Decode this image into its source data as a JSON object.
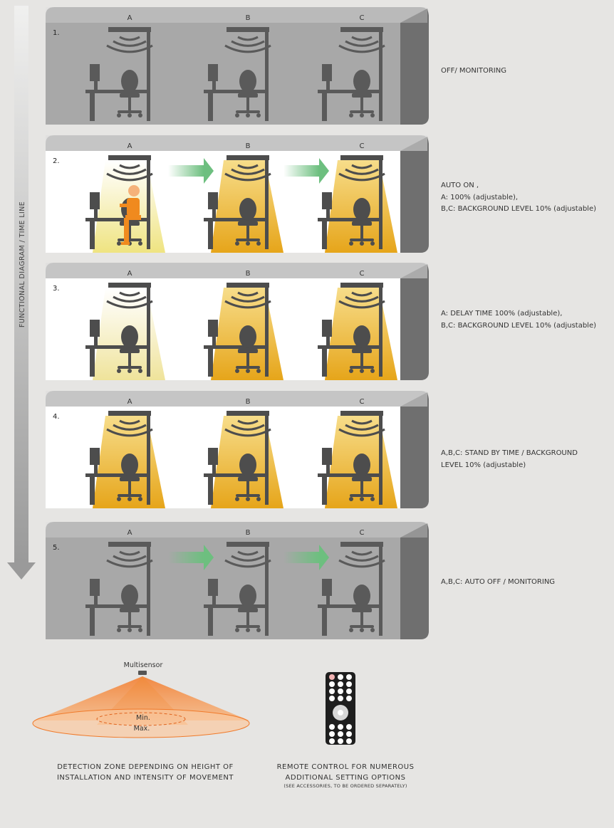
{
  "timeline_label": "FUNCTIONAL   DIAGRAM / TIME LINE",
  "colors": {
    "background": "#e6e5e3",
    "stage_grey": "#a8a8a8",
    "stage_dark": "#6f6f6f",
    "lit_yellow": "#e8ad1a",
    "person_orange": "#f08a1e",
    "motion_arrow": "#6dbf7f",
    "cone_orange": "#f29a56"
  },
  "stages": [
    {
      "number": "1.",
      "columns": [
        "A",
        "B",
        "C"
      ],
      "lighting": [
        "off",
        "off",
        "off"
      ],
      "person": false,
      "arrows": false,
      "description": "OFF/ MONITORING"
    },
    {
      "number": "2.",
      "columns": [
        "A",
        "B",
        "C"
      ],
      "lighting": [
        "full",
        "background",
        "background"
      ],
      "person": true,
      "arrows": true,
      "description": "AUTO ON ,\nA: 100% (adjustable),\nB,C: BACKGROUND  LEVEL 10% (adjustable)"
    },
    {
      "number": "3.",
      "columns": [
        "A",
        "B",
        "C"
      ],
      "lighting": [
        "delay",
        "background",
        "background"
      ],
      "person": false,
      "arrows": false,
      "description": "A: DELAY TIME 100% (adjustable),\nB,C: BACKGROUND LEVEL 10% (adjustable)"
    },
    {
      "number": "4.",
      "columns": [
        "A",
        "B",
        "C"
      ],
      "lighting": [
        "background",
        "background",
        "background"
      ],
      "person": false,
      "arrows": false,
      "description": "A,B,C: STAND BY TIME / BACKGROUND\nLEVEL 10% (adjustable)"
    },
    {
      "number": "5.",
      "columns": [
        "A",
        "B",
        "C"
      ],
      "lighting": [
        "off",
        "off",
        "off"
      ],
      "person": false,
      "arrows": true,
      "description": "A,B,C: AUTO OFF / MONITORING"
    }
  ],
  "detection": {
    "sensor_label": "Multisensor",
    "min_label": "Min.",
    "max_label": "Max.",
    "caption_line1": "DETECTION  ZONE DEPENDING  ON HEIGHT OF",
    "caption_line2": "INSTALLATION  AND  INTENSITY OF MOVEMENT"
  },
  "remote": {
    "icon": "remote-control-icon",
    "caption_line1": "REMOTE  CONTROL  FOR NUMEROUS",
    "caption_line2": "ADDITIONAL   SETTING  OPTIONS",
    "caption_line3": "(SEE ACCESSORIES, TO BE ORDERED SEPARATELY)"
  }
}
